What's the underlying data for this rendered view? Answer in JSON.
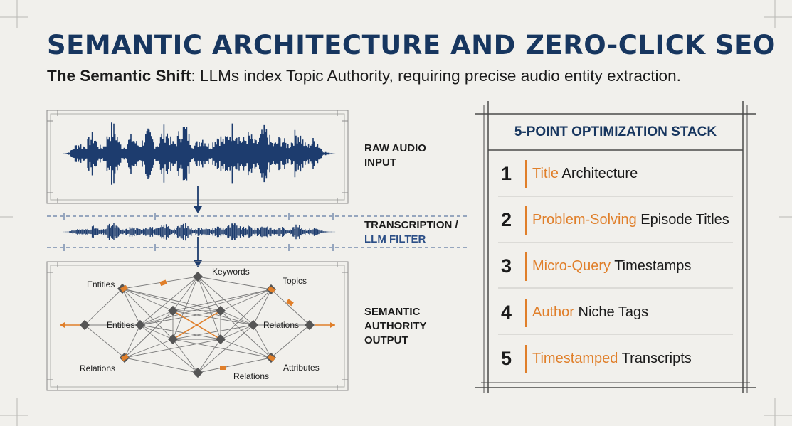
{
  "header": {
    "title": "SEMANTIC ARCHITECTURE AND ZERO-CLICK SEO",
    "subtitle_bold": "The Semantic Shift",
    "subtitle_rest": ": LLMs index Topic Authority, requiring precise audio entity extraction."
  },
  "pipeline": {
    "raw_audio_line1": "RAW AUDIO",
    "raw_audio_line2": "INPUT",
    "transcription_line1": "TRANSCRIPTION /",
    "transcription_line2": "LLM FILTER",
    "semantic_line1": "SEMANTIC",
    "semantic_line2": "AUTHORITY",
    "semantic_line3": "OUTPUT"
  },
  "graph": {
    "labels": {
      "keywords": "Keywords",
      "topics": "Topics",
      "entities_top": "Entities",
      "entities_mid": "Entities",
      "relations_mid": "Relations",
      "relations_left": "Relations",
      "relations_bottom": "Relations",
      "attributes": "Attributes"
    }
  },
  "stack": {
    "title": "5-POINT OPTIMIZATION STACK",
    "items": [
      {
        "num": "1",
        "highlight": "Title",
        "rest": " Architecture"
      },
      {
        "num": "2",
        "highlight": "Problem-Solving",
        "rest": " Episode Titles"
      },
      {
        "num": "3",
        "highlight": "Micro-Query",
        "rest": " Timestamps"
      },
      {
        "num": "4",
        "highlight": "Author",
        "rest": " Niche Tags"
      },
      {
        "num": "5",
        "highlight": "Timestamped",
        "rest": " Transcripts"
      }
    ]
  },
  "colors": {
    "navy": "#17365f",
    "wave": "#1d3c6e",
    "orange": "#e07f2a",
    "node": "#555555",
    "edge": "#7a7a7a",
    "frame": "#8a8a8a"
  }
}
